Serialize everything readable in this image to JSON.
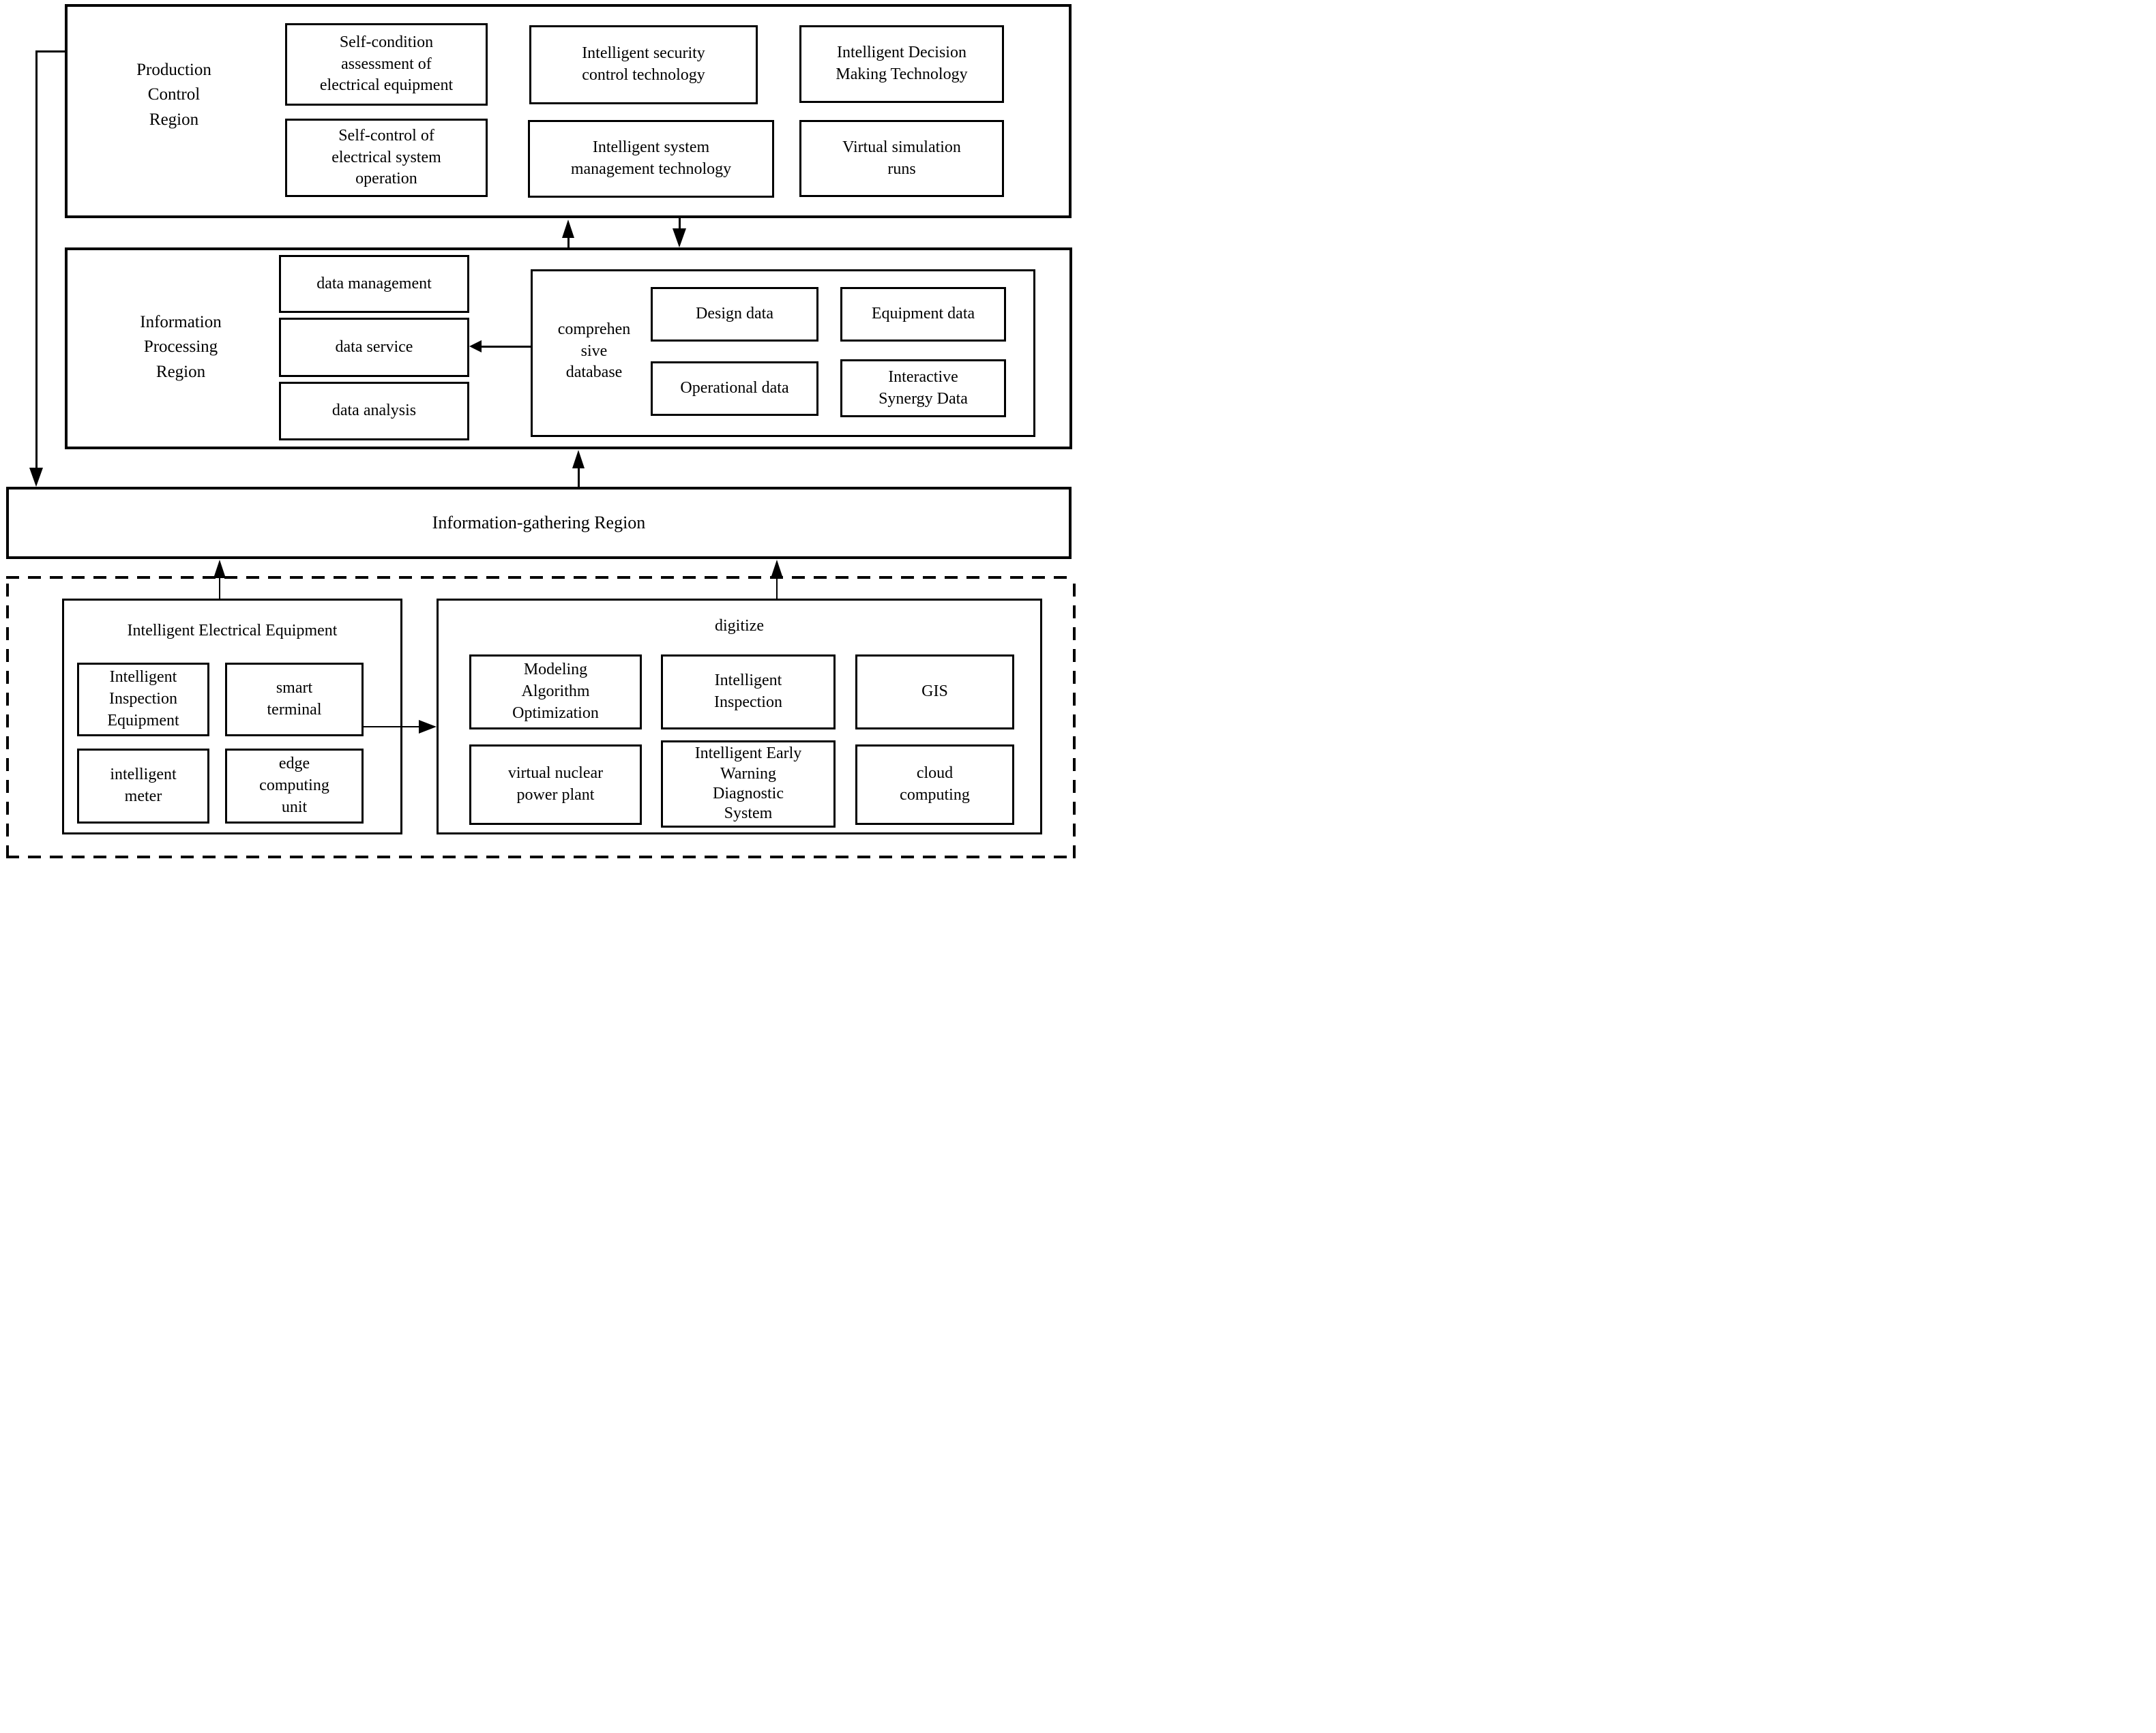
{
  "colors": {
    "line": "#000000",
    "background": "#ffffff"
  },
  "pcr": {
    "title": "Production\nControl\nRegion",
    "boxes": [
      "Self-condition\nassessment of\nelectrical equipment",
      "Intelligent security\ncontrol technology",
      "Intelligent Decision\nMaking Technology",
      "Self-control of\nelectrical system\noperation",
      "Intelligent system\nmanagement technology",
      "Virtual simulation\nruns"
    ]
  },
  "ipr": {
    "title": "Information\nProcessing\nRegion",
    "pipeline": [
      "data management",
      "data service",
      "data analysis"
    ],
    "db": {
      "label": "comprehen\nsive\ndatabase",
      "boxes": [
        "Design data",
        "Equipment data",
        "Operational data",
        "Interactive\nSynergy Data"
      ]
    }
  },
  "igr": {
    "title": "Information-gathering Region"
  },
  "field": {
    "iee": {
      "title": "Intelligent Electrical Equipment",
      "boxes": [
        "Intelligent\nInspection\nEquipment",
        "smart\nterminal",
        "intelligent\nmeter",
        "edge\ncomputing\nunit"
      ]
    },
    "digitize": {
      "title": "digitize",
      "boxes": [
        "Modeling\nAlgorithm\nOptimization",
        "Intelligent\nInspection",
        "GIS",
        "virtual nuclear\npower plant",
        "Intelligent Early\nWarning\nDiagnostic\nSystem",
        "cloud\ncomputing"
      ]
    }
  }
}
